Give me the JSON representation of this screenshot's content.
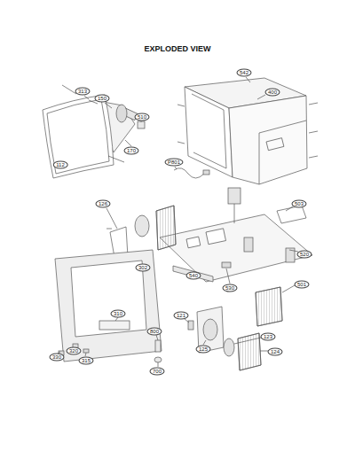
{
  "diagram": {
    "title": "EXPLODED VIEW",
    "labels": [
      "313",
      "150",
      "542",
      "400",
      "510",
      "112",
      "170",
      "P801",
      "126",
      "503",
      "302",
      "520",
      "540",
      "530",
      "501",
      "310",
      "121",
      "800",
      "123",
      "125",
      "124",
      "330",
      "320",
      "315",
      "700"
    ]
  }
}
